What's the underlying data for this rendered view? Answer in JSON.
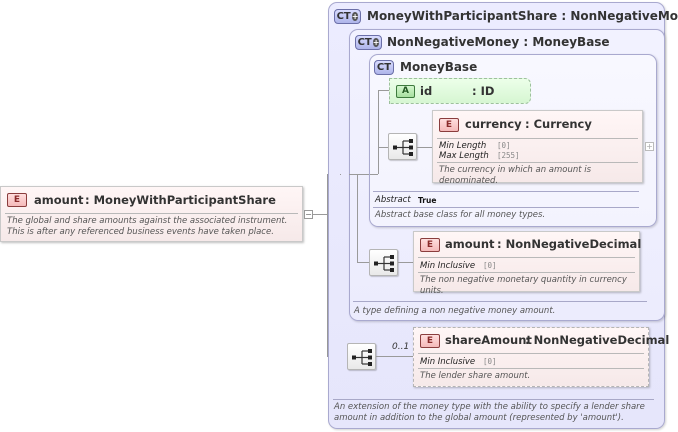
{
  "root": {
    "badge": "E",
    "name": "amount",
    "type": ": MoneyWithParticipantShare",
    "doc": "The global and share amounts against the associated instrument. This is after any referenced business events have taken place."
  },
  "ct_outer": {
    "badge": "CT",
    "title": "MoneyWithParticipantShare : NonNegativeMoney",
    "doc": "An extension of the money type with the ability to specify a lender share amount in addition to the global amount (represented by 'amount')."
  },
  "ct_middle": {
    "badge": "CT",
    "title": "NonNegativeMoney : MoneyBase",
    "doc": "A type defining a non negative money amount."
  },
  "ct_inner": {
    "badge": "CT",
    "title": "MoneyBase",
    "abstract_label": "Abstract",
    "abstract_value": "True",
    "doc": "Abstract base class for all money types."
  },
  "attr_id": {
    "badge": "A",
    "name": "id",
    "type": ": ID"
  },
  "el_currency": {
    "badge": "E",
    "name": "currency",
    "type": ": Currency",
    "props": [
      {
        "label": "Min Length",
        "value": "[0]"
      },
      {
        "label": "Max Length",
        "value": "[255]"
      }
    ],
    "doc": "The currency in which an amount is denominated.",
    "expander": "+"
  },
  "el_amount": {
    "badge": "E",
    "name": "amount",
    "type": ": NonNegativeDecimal",
    "props": [
      {
        "label": "Min Inclusive",
        "value": "[0]"
      }
    ],
    "doc": "The non negative monetary quantity in currency units."
  },
  "el_share": {
    "badge": "E",
    "name": "shareAmount",
    "type": ": NonNegativeDecimal",
    "occurs": "0..1",
    "props": [
      {
        "label": "Min Inclusive",
        "value": "[0]"
      }
    ],
    "doc": "The lender share amount."
  },
  "colors": {
    "ct_fill": "#ececff",
    "ct_border": "#a9a9cf",
    "element_fill": "#fff6f6",
    "element_badge": "#f5b9b9",
    "attribute_fill": "#ecffe9",
    "connector": "#9a9a9a"
  }
}
